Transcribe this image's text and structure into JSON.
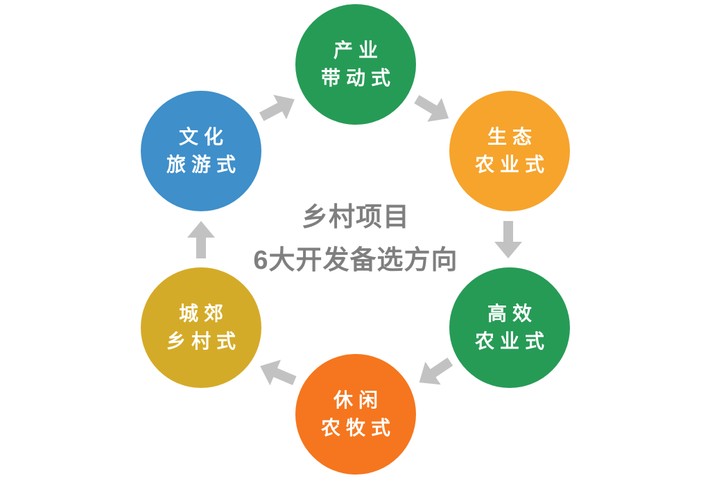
{
  "title": {
    "line1": "乡村项目",
    "line2": "6大开发备选方向"
  },
  "nodes": [
    {
      "id": "industry-driven",
      "line1": "产业",
      "line2": "带动式",
      "color": "#269B56"
    },
    {
      "id": "eco-agriculture",
      "line1": "生态",
      "line2": "农业式",
      "color": "#F6A42C"
    },
    {
      "id": "high-efficiency-agriculture",
      "line1": "高效",
      "line2": "农业式",
      "color": "#269B56"
    },
    {
      "id": "leisure-farming",
      "line1": "休闲",
      "line2": "农牧式",
      "color": "#F5761E"
    },
    {
      "id": "suburban-rural",
      "line1": "城郊",
      "line2": "乡村式",
      "color": "#D4AB28"
    },
    {
      "id": "cultural-tourism",
      "line1": "文化",
      "line2": "旅游式",
      "color": "#3E8FCA"
    }
  ],
  "colors": {
    "arrow": "#C2C2C2",
    "title_text": "#7F7F7F",
    "node_text": "#FFFFFF",
    "background": "#FFFFFF"
  }
}
